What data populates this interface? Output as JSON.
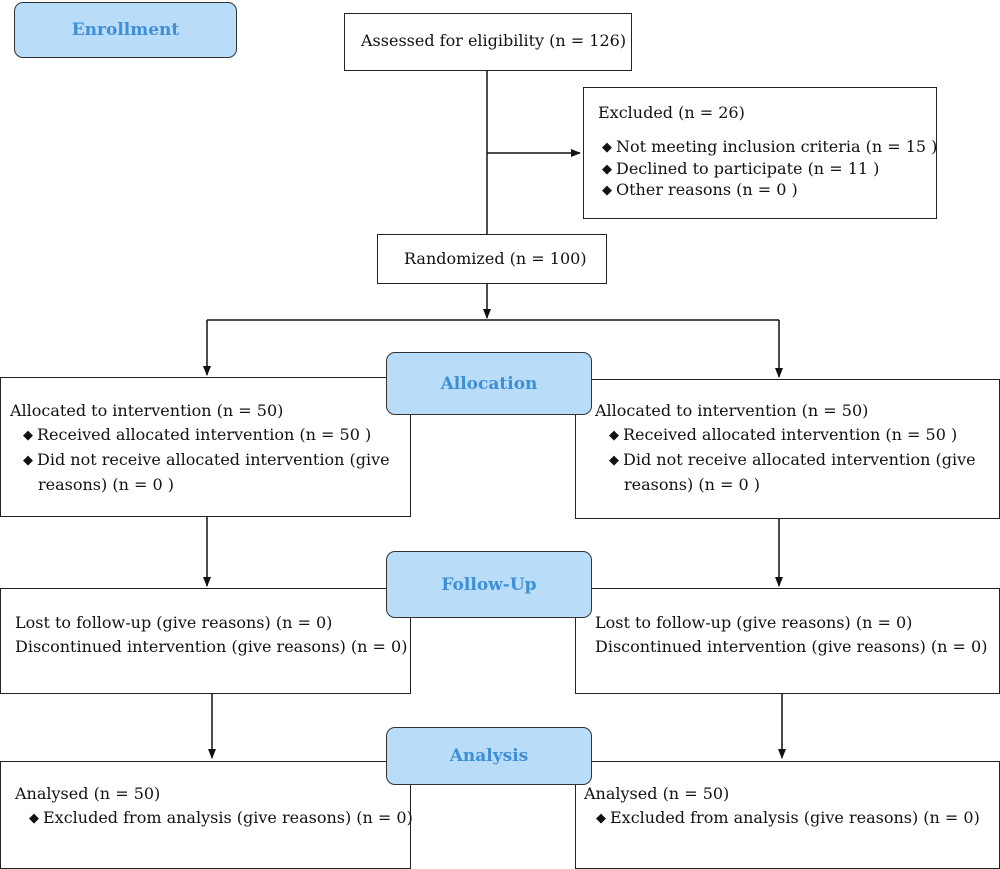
{
  "stages": {
    "enrollment": "Enrollment",
    "allocation": "Allocation",
    "followup": "Follow-Up",
    "analysis": "Analysis"
  },
  "assessed": "Assessed for eligibility (n = 126)",
  "excluded": {
    "title": "Excluded (n = 26)",
    "items": [
      "Not meeting inclusion criteria (n = 15 )",
      "Declined to participate (n = 11 )",
      "Other reasons (n = 0 )"
    ]
  },
  "randomized": "Randomized (n = 100)",
  "bullet": "◆",
  "left": {
    "allocation_title": "Allocated to intervention (n = 50)",
    "received": "Received allocated intervention (n = 50 )",
    "not_received_1": "Did not receive allocated intervention (give",
    "not_received_2": "reasons) (n = 0 )",
    "lost": "Lost to follow-up (give reasons) (n = 0)",
    "discontinued": "Discontinued intervention (give reasons) (n = 0)",
    "analysed": "Analysed (n = 50)",
    "excluded_analysis": "Excluded from analysis (give reasons) (n = 0)"
  },
  "right": {
    "allocation_title": "Allocated to intervention (n = 50)",
    "received": "Received allocated intervention (n = 50 )",
    "not_received_1": "Did not receive allocated intervention (give",
    "not_received_2": "reasons) (n = 0 )",
    "lost": "Lost to follow-up (give reasons) (n = 0)",
    "discontinued": "Discontinued intervention (give reasons) (n = 0)",
    "analysed": "Analysed (n = 50)",
    "excluded_analysis": "Excluded from analysis (give reasons) (n = 0)"
  }
}
